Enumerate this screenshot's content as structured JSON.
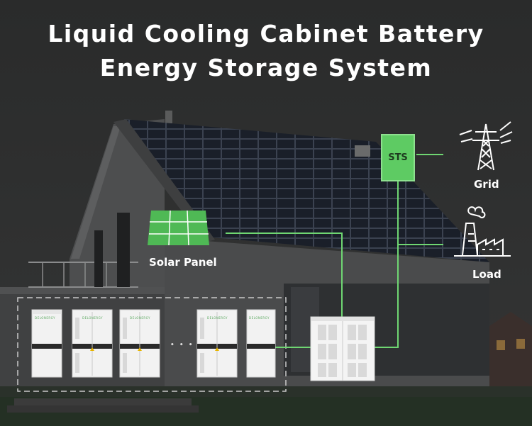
{
  "title": {
    "line1": "Liquid Cooling Cabinet Battery",
    "line2": "Energy Storage System"
  },
  "labels": {
    "sts": "STS",
    "grid": "Grid",
    "load": "Load",
    "solar_panel": "Solar Panel",
    "ellipsis": "• • •",
    "brand": "DELONERGY"
  },
  "icons": {
    "grid": "transmission-tower-icon",
    "load": "factory-icon",
    "solar": "solar-panel-icon"
  },
  "colors": {
    "accent_green": "#5ecb63",
    "line_green": "#6fd672",
    "background": "#2b2c2c",
    "text": "#ffffff"
  }
}
